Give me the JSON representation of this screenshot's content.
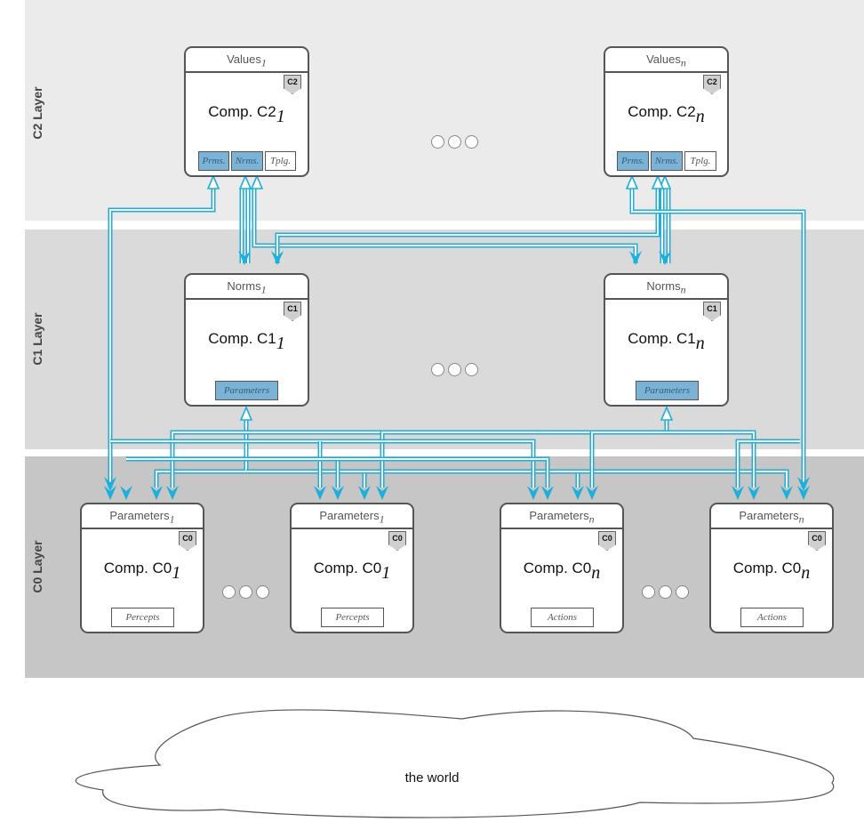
{
  "layers": {
    "c2": "C2 Layer",
    "c1": "C1 Layer",
    "c0": "C0 Layer"
  },
  "c2": [
    {
      "head": "Values",
      "head_sub": "1",
      "name": "Comp. C2",
      "name_sub": "1",
      "badge": "C2",
      "ports": [
        "Prms.",
        "Nrms.",
        "Tplg."
      ]
    },
    {
      "head": "Values",
      "head_sub": "n",
      "name": "Comp. C2",
      "name_sub": "n",
      "badge": "C2",
      "ports": [
        "Prms.",
        "Nrms.",
        "Tplg."
      ]
    }
  ],
  "c1": [
    {
      "head": "Norms",
      "head_sub": "1",
      "name": "Comp. C1",
      "name_sub": "1",
      "badge": "C1",
      "port": "Parameters"
    },
    {
      "head": "Norms",
      "head_sub": "n",
      "name": "Comp. C1",
      "name_sub": "n",
      "badge": "C1",
      "port": "Parameters"
    }
  ],
  "c0": [
    {
      "head": "Parameters",
      "head_sub": "1",
      "name": "Comp. C0",
      "name_sub": "1",
      "badge": "C0",
      "port": "Percepts"
    },
    {
      "head": "Parameters",
      "head_sub": "1",
      "name": "Comp. C0",
      "name_sub": "1",
      "badge": "C0",
      "port": "Percepts"
    },
    {
      "head": "Parameters",
      "head_sub": "n",
      "name": "Comp. C0",
      "name_sub": "n",
      "badge": "C0",
      "port": "Actions"
    },
    {
      "head": "Parameters",
      "head_sub": "n",
      "name": "Comp. C0",
      "name_sub": "n",
      "badge": "C0",
      "port": "Actions"
    }
  ],
  "world": "the world",
  "colors": {
    "connector": "#1cb0dc",
    "port_fill": "#7ab3d5",
    "border": "#555555"
  }
}
